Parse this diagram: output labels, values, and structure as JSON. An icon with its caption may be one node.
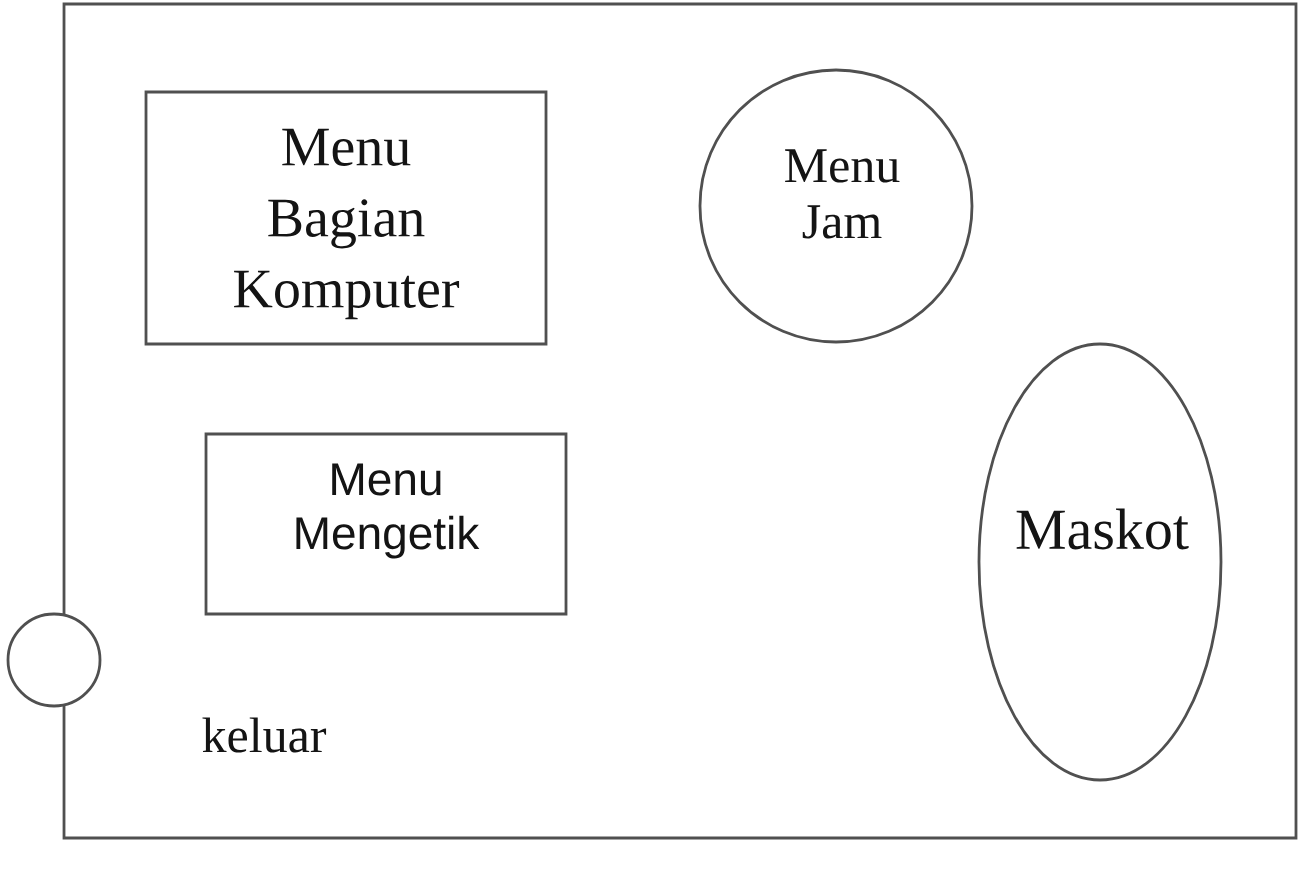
{
  "diagram": {
    "nodes": [
      {
        "text": [],
        "shape": "box"
      },
      {
        "text": [
          "Menu Bagian Komputer"
        ],
        "in": 0
      },
      {
        "text": [
          "Menu Jam"
        ],
        "in": 0
      },
      {
        "text": [
          "Menu Mengetik"
        ],
        "in": 0
      },
      {
        "text": [
          "Maskot"
        ],
        "in": 0
      },
      {
        "text": [],
        "shape": "circle",
        "beside": [
          "keluar"
        ]
      }
    ]
  }
}
